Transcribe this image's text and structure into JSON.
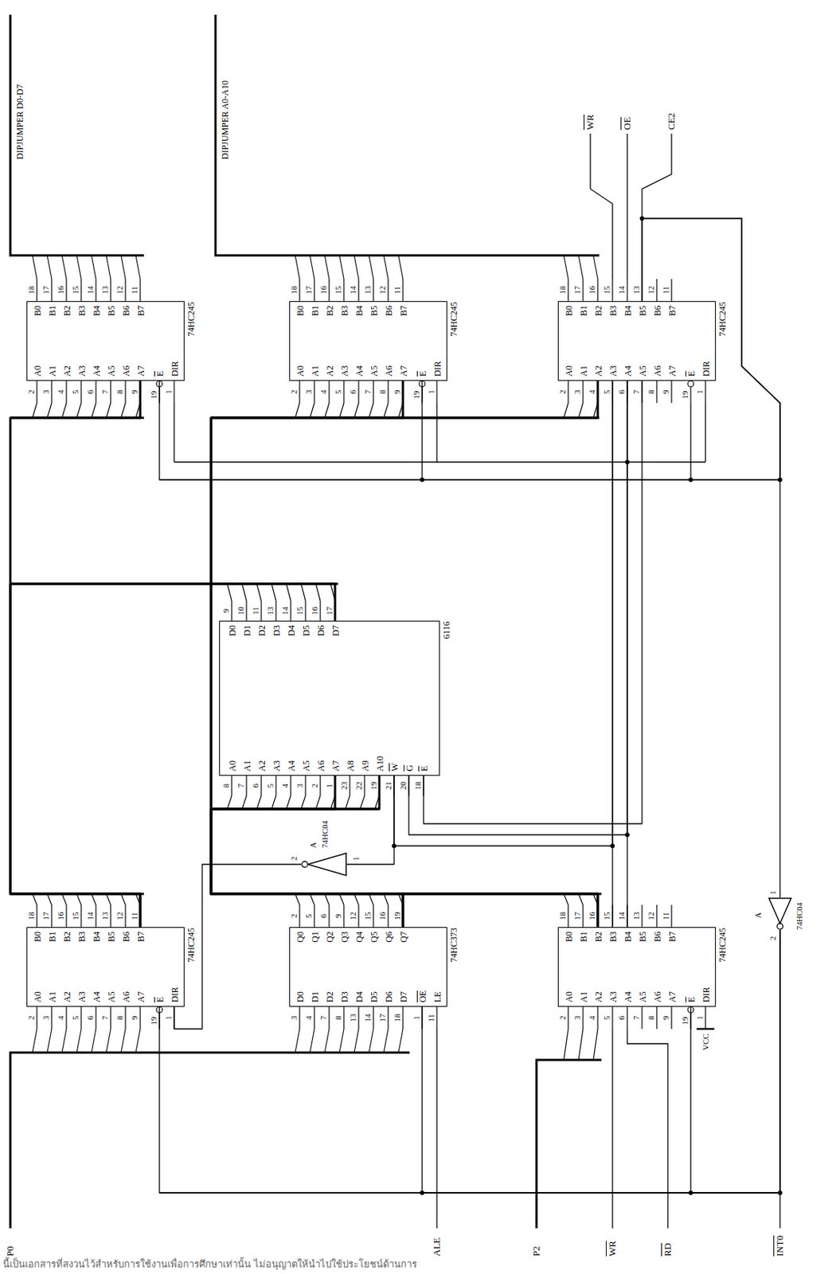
{
  "diagram": {
    "nodes": [
      {
        "text": [
          "A0",
          "A1",
          "A2",
          "A3",
          "A4",
          "A5",
          "A6",
          "A7",
          "E",
          "DIR",
          "B0",
          "B1",
          "B2",
          "B3",
          "B4",
          "B5",
          "B6",
          "B7",
          "74HC245"
        ]
      },
      {
        "text": [
          "D0",
          "D1",
          "D2",
          "D3",
          "D4",
          "D5",
          "D6",
          "D7",
          "OE",
          "LE",
          "Q0",
          "Q1",
          "Q2",
          "Q3",
          "Q4",
          "Q5",
          "Q6",
          "Q7",
          "74HC373"
        ]
      },
      {
        "text": [
          "A0",
          "A1",
          "A2",
          "A3",
          "A4",
          "A5",
          "A6",
          "A7",
          "E",
          "DIR",
          "B0",
          "B1",
          "B2",
          "B3",
          "B4",
          "B5",
          "B6",
          "B7",
          "74HC245"
        ]
      },
      {
        "text": [
          "A0",
          "A1",
          "A2",
          "A3",
          "A4",
          "A5",
          "A6",
          "A7",
          "A8",
          "A9",
          "A10",
          "W",
          "G",
          "E",
          "D0",
          "D1",
          "D2",
          "D3",
          "D4",
          "D5",
          "D6",
          "D7",
          "6116"
        ]
      },
      {
        "text": [
          "A",
          "74HC04"
        ]
      },
      {
        "text": [
          "A",
          "74HC04"
        ]
      },
      {
        "text": [
          "A0",
          "A1",
          "A2",
          "A3",
          "A4",
          "A5",
          "A6",
          "A7",
          "E",
          "DIR",
          "B0",
          "B1",
          "B2",
          "B3",
          "B4",
          "B5",
          "B6",
          "B7",
          "74HC245"
        ]
      },
      {
        "text": [
          "A0",
          "A1",
          "A2",
          "A3",
          "A4",
          "A5",
          "A6",
          "A7",
          "E",
          "DIR",
          "B0",
          "B1",
          "B2",
          "B3",
          "B4",
          "B5",
          "B6",
          "B7",
          "74HC245"
        ]
      },
      {
        "text": [
          "A0",
          "A1",
          "A2",
          "A3",
          "A4",
          "A5",
          "A6",
          "A7",
          "E",
          "DIR",
          "B0",
          "B1",
          "B2",
          "B3",
          "B4",
          "B5",
          "B6",
          "B7",
          "74HC245"
        ]
      }
    ],
    "edges": [
      {
        "from": 0,
        "to": 3,
        "arrow": "none"
      },
      {
        "from": 0,
        "to": 6,
        "arrow": "none"
      },
      {
        "from": 1,
        "to": 3,
        "arrow": "none"
      },
      {
        "from": 1,
        "to": 7,
        "arrow": "none"
      },
      {
        "from": 2,
        "to": 3,
        "arrow": "none"
      },
      {
        "from": 2,
        "to": 8,
        "arrow": "none"
      },
      {
        "from": 2,
        "to": 8,
        "arrow": "none"
      },
      {
        "from": 3,
        "to": 8,
        "arrow": "none"
      },
      {
        "from": 3,
        "to": 8,
        "arrow": "none"
      },
      {
        "from": 3,
        "to": 8,
        "arrow": "none"
      },
      {
        "from": 3,
        "to": 4,
        "arrow": "none"
      },
      {
        "from": 4,
        "to": 0,
        "arrow": "none"
      },
      {
        "from": 5,
        "to": 0,
        "arrow": "none"
      },
      {
        "from": 5,
        "to": 1,
        "arrow": "none"
      },
      {
        "from": 5,
        "to": 2,
        "arrow": "none"
      },
      {
        "from": 8,
        "to": 5,
        "arrow": "none"
      },
      {
        "from": 8,
        "to": 6,
        "arrow": "none"
      },
      {
        "from": 8,
        "to": 7,
        "arrow": "none"
      },
      {
        "from": 2,
        "to": 8,
        "arrow": "none"
      }
    ],
    "labels": [
      "2",
      "3",
      "4",
      "5",
      "6",
      "7",
      "8",
      "9",
      "19",
      "1",
      "18",
      "17",
      "16",
      "15",
      "14",
      "13",
      "12",
      "11",
      "3",
      "4",
      "7",
      "8",
      "13",
      "14",
      "17",
      "18",
      "1",
      "11",
      "2",
      "5",
      "6",
      "9",
      "12",
      "15",
      "16",
      "19",
      "2",
      "3",
      "4",
      "5",
      "6",
      "7",
      "8",
      "9",
      "19",
      "1",
      "18",
      "17",
      "16",
      "15",
      "14",
      "13",
      "12",
      "11",
      "8",
      "7",
      "6",
      "5",
      "4",
      "3",
      "2",
      "1",
      "23",
      "22",
      "19",
      "21",
      "20",
      "18",
      "9",
      "10",
      "11",
      "13",
      "14",
      "15",
      "16",
      "17",
      "1",
      "2",
      "1",
      "2",
      "2",
      "3",
      "4",
      "5",
      "6",
      "7",
      "8",
      "9",
      "19",
      "1",
      "18",
      "17",
      "16",
      "15",
      "14",
      "13",
      "12",
      "11",
      "2",
      "3",
      "4",
      "5",
      "6",
      "7",
      "8",
      "9",
      "19",
      "1",
      "18",
      "17",
      "16",
      "15",
      "14",
      "13",
      "12",
      "11",
      "2",
      "3",
      "4",
      "5",
      "6",
      "7",
      "8",
      "9",
      "19",
      "1",
      "18",
      "17",
      "16",
      "15",
      "14",
      "13",
      "12",
      "11",
      "P0",
      "ALE",
      "P2",
      "WR",
      "RD",
      "INT0",
      "VCC",
      "DIPJUMPER D0-D7",
      "DIPJUMPER A0-A10",
      "WR",
      "OE",
      "CE2",
      "นี้เป็นเอกสารที่สงวนไว้สำหรับการใช้งานเพื่อการศึกษาเท่านั้น ไม่อนุญาตให้นำไปใช้ประโยชน์ด้านการ"
    ]
  }
}
